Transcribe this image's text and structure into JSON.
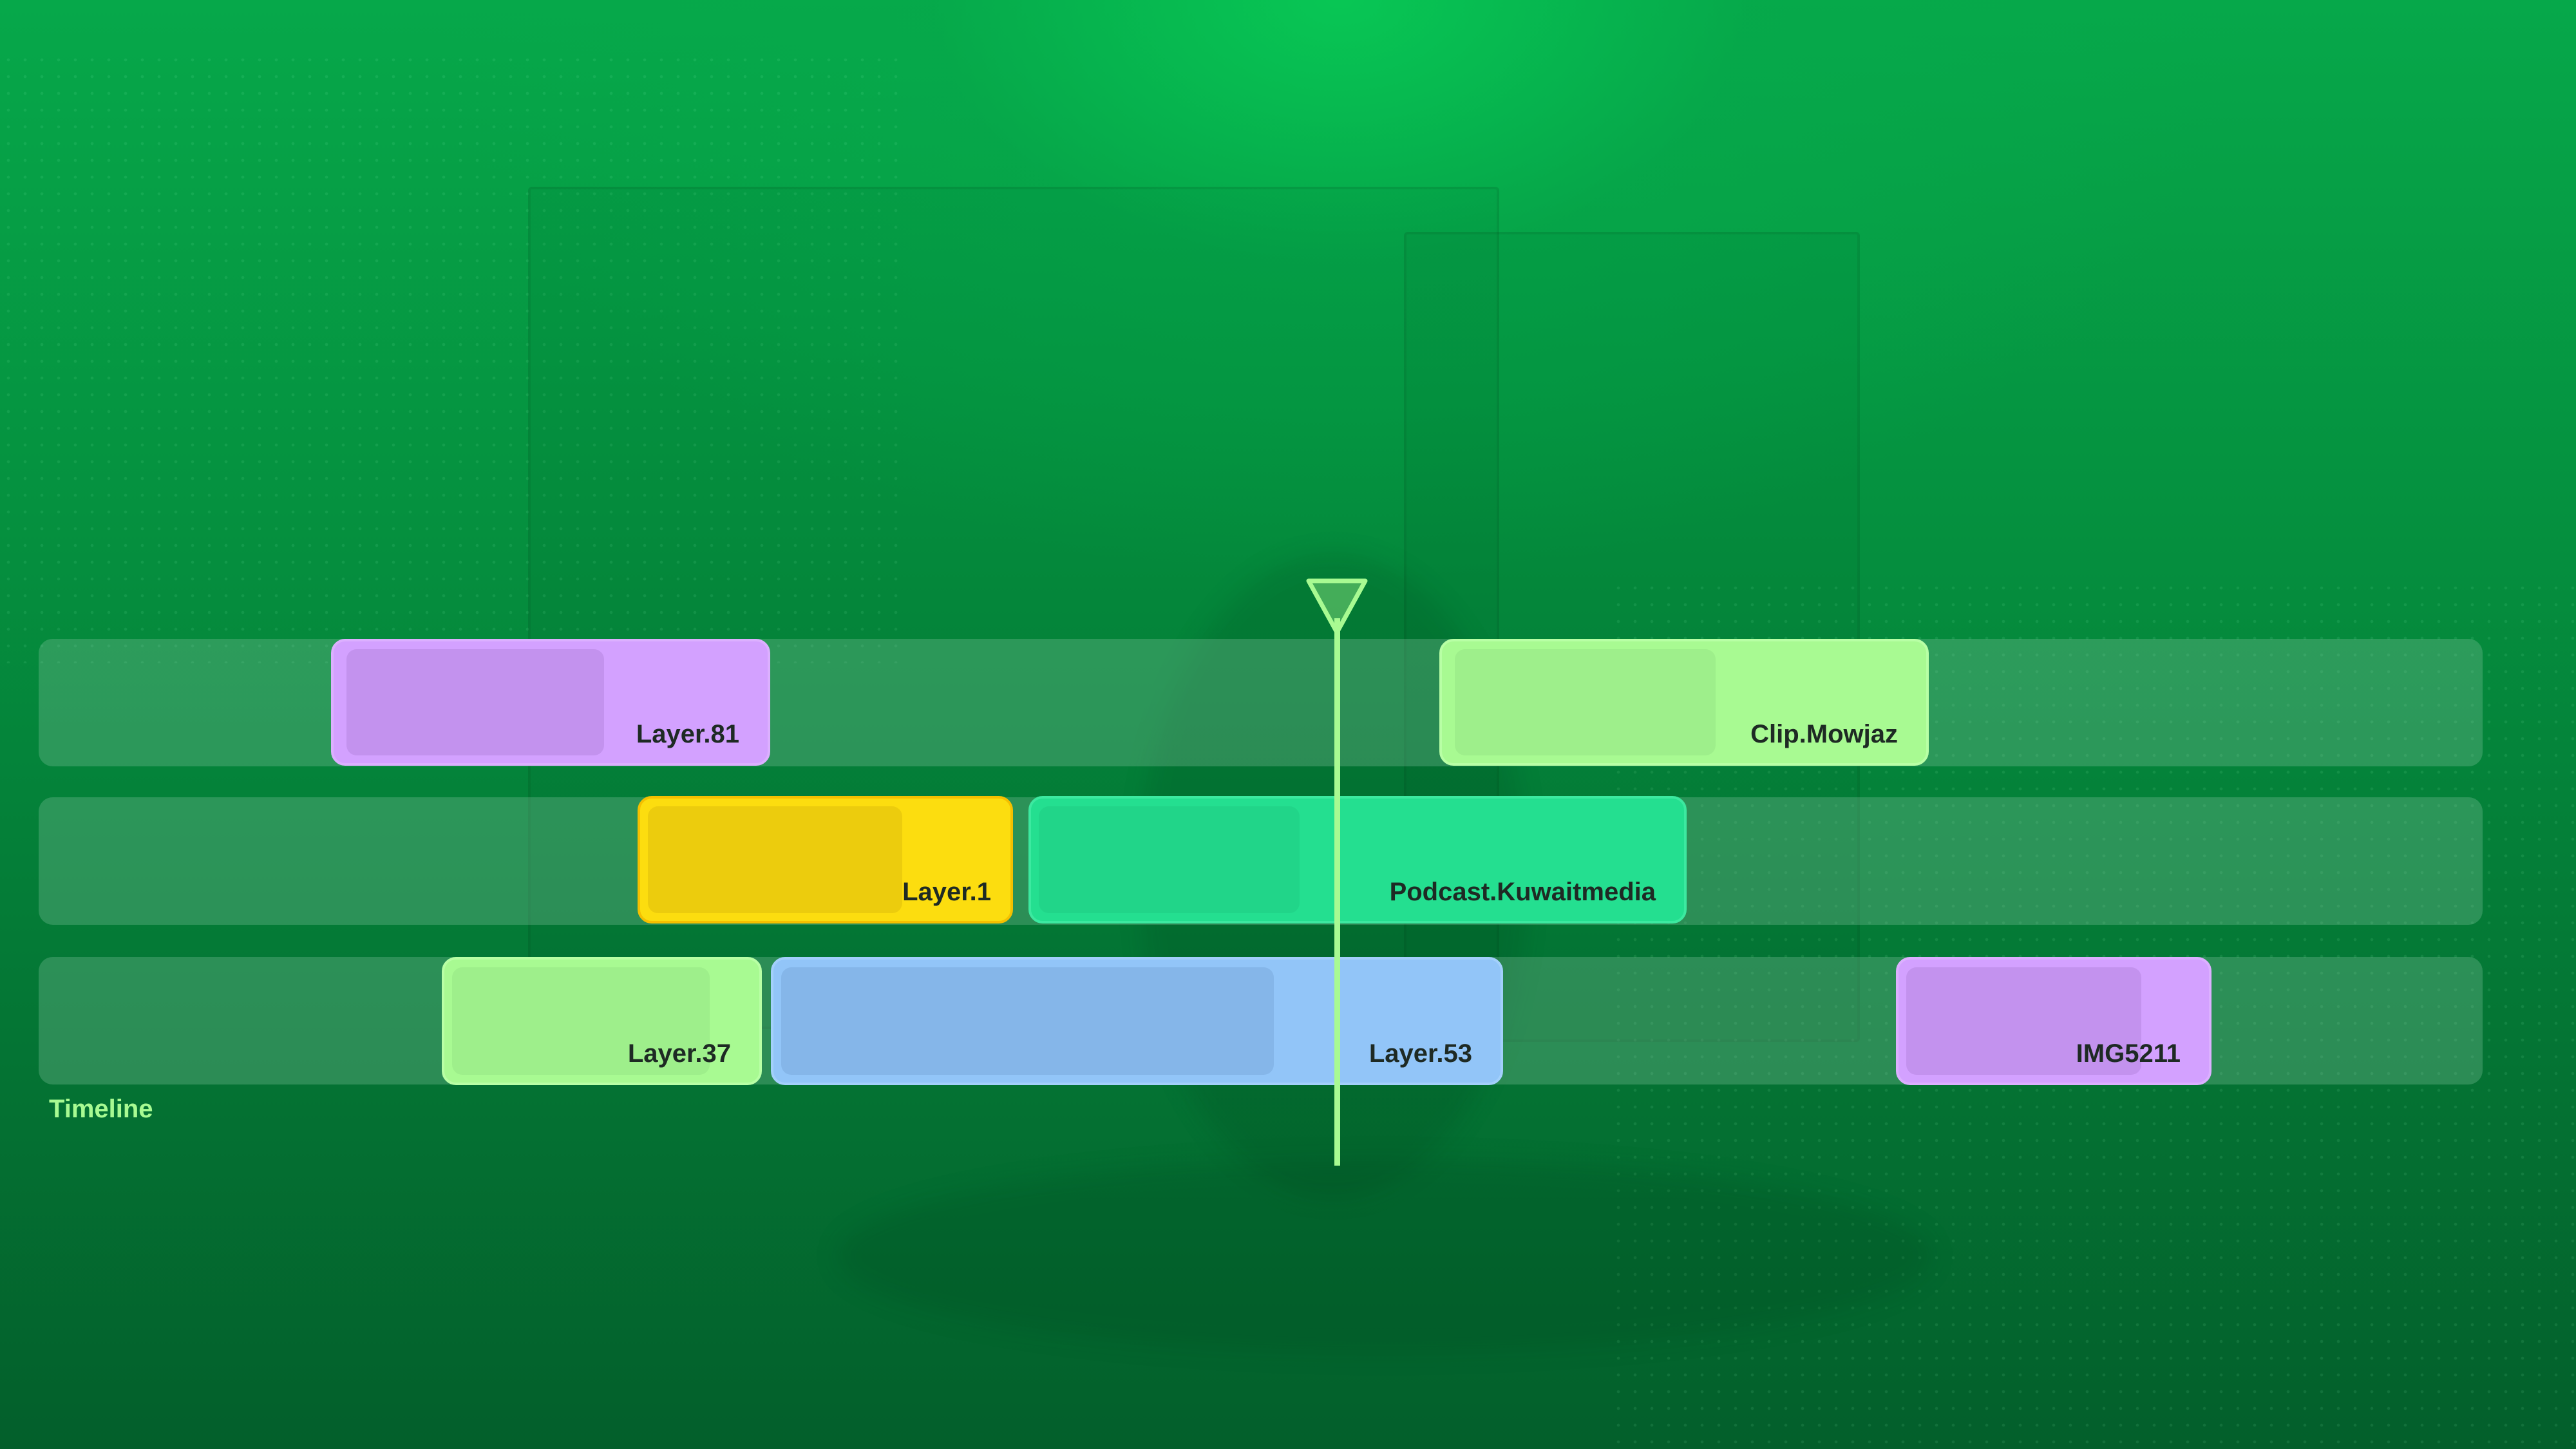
{
  "timeline": {
    "label": "Timeline",
    "tracks": [
      {
        "clips": [
          {
            "label": "Layer.81",
            "color": "#d3a1ff"
          },
          {
            "label": "Clip.Mowjaz",
            "color": "#a8fa92"
          }
        ]
      },
      {
        "clips": [
          {
            "label": "Layer.1",
            "color": "#fcdd0f"
          },
          {
            "label": "Podcast.Kuwaitmedia",
            "color": "#24df90"
          }
        ]
      },
      {
        "clips": [
          {
            "label": "Layer.37",
            "color": "#a8fa92"
          },
          {
            "label": "Layer.53",
            "color": "#92c5f8"
          },
          {
            "label": "IMG5211",
            "color": "#d3a1ff"
          }
        ]
      }
    ],
    "playhead_color": "#a8fa92"
  }
}
